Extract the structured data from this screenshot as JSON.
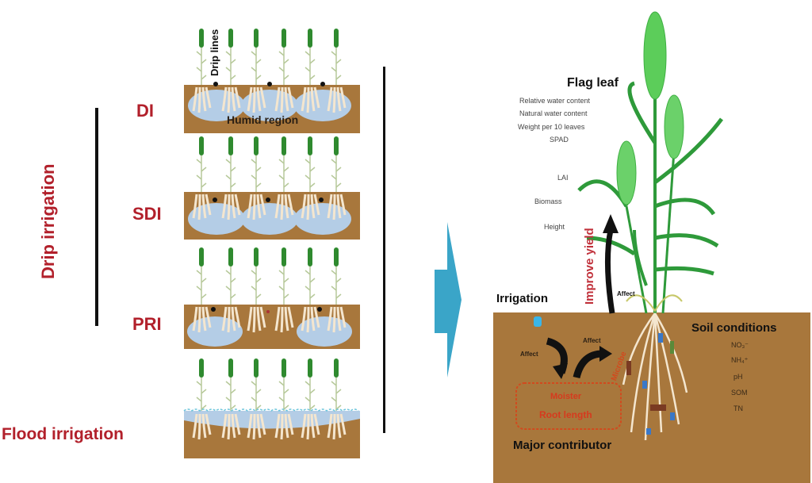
{
  "left_panel": {
    "group_label": "Drip irrigation",
    "drip_lines_label": "Drip lines",
    "humid_region_label": "Humid region",
    "methods": [
      {
        "label": "DI"
      },
      {
        "label": "SDI"
      },
      {
        "label": "PRI"
      },
      {
        "label": "Flood irrigation"
      }
    ]
  },
  "right_panel": {
    "flag_leaf": {
      "title": "Flag leaf",
      "items": [
        "Relative water content",
        "Natural water content",
        "Weight per 10 leaves",
        "SPAD"
      ]
    },
    "plant_traits": [
      "LAI",
      "Biomass",
      "Height"
    ],
    "improve_yield_label": "Improve yield",
    "affect_plant_label": "Affect",
    "irrigation_label": "Irrigation",
    "affect_left_label": "Affect",
    "affect_right_label": "Affect",
    "microbe_label": "Microbe",
    "contributor_box": [
      "Moister",
      "Root length"
    ],
    "major_contributor_label": "Major contributor",
    "soil_conditions": {
      "title": "Soil conditions",
      "items": [
        "NO₃⁻",
        "NH₄⁺",
        "pH",
        "SOM",
        "TN"
      ]
    }
  },
  "colors": {
    "soil": "#a8773c",
    "water": "#b4cde6",
    "accent_red": "#b2202b",
    "arrow_blue": "#3aa5c8",
    "plant_green": "#2e9a3a"
  }
}
